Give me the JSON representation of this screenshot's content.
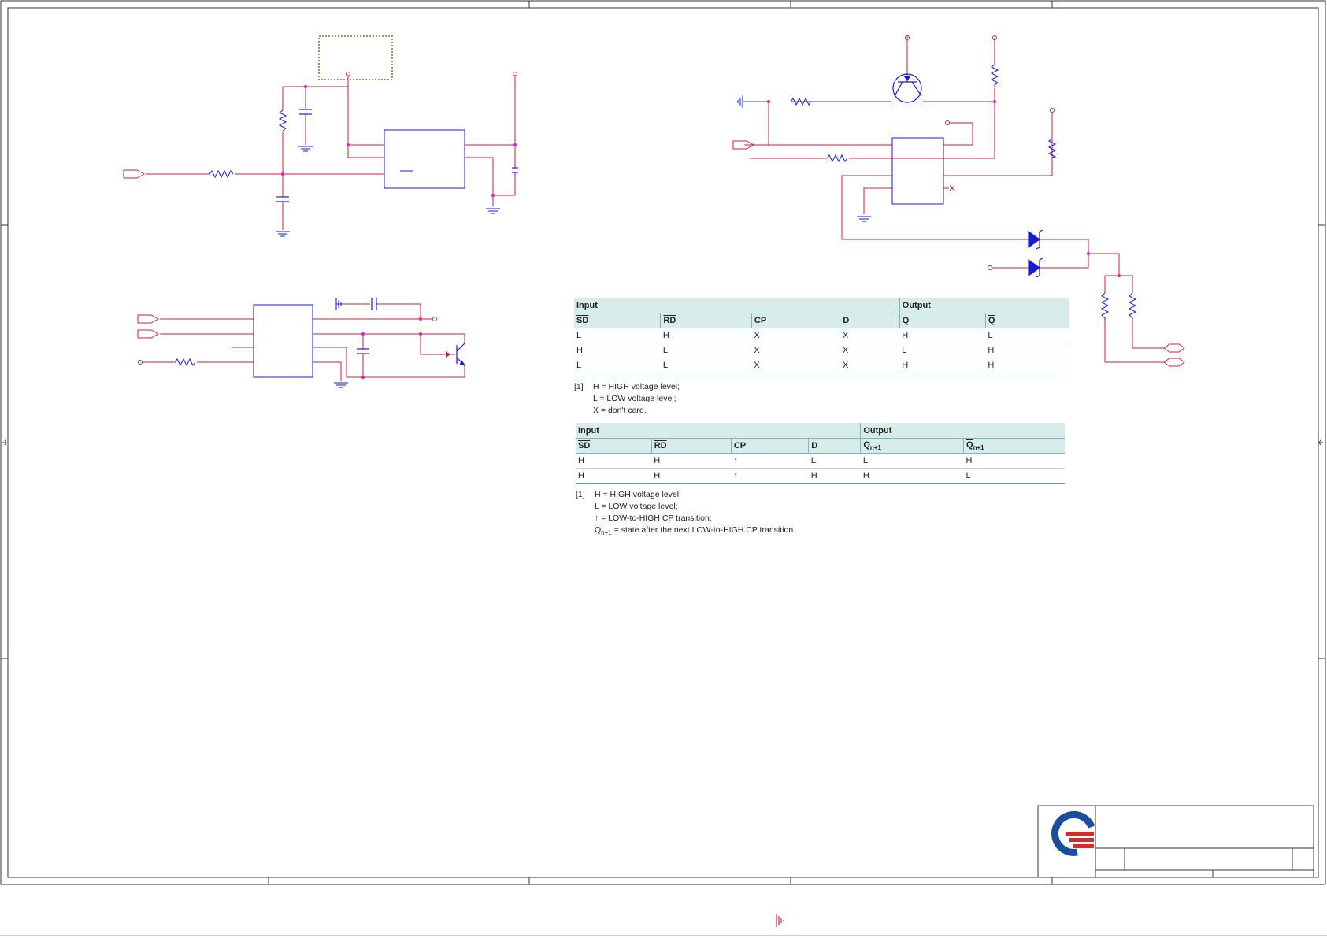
{
  "colors": {
    "wire": "#cc1f3a",
    "component": "#1a1ad6",
    "junction": "#d81bd8",
    "frame": "#333333",
    "tableHeaderBg": "#d8ecec",
    "tableRule": "#5e9e9e",
    "logoBlue": "#1a4d9e",
    "logoRed": "#d42a2a",
    "keepout": "#6b7a1f"
  },
  "icons": [
    "ground-icon",
    "resistor-icon",
    "capacitor-icon",
    "transistor-icon",
    "diode-icon",
    "port-icon",
    "company-logo-icon"
  ],
  "truth_table_async": {
    "group_input": "Input",
    "group_output": "Output",
    "headers": [
      "SD",
      "RD",
      "CP",
      "D",
      "Q",
      "Q"
    ],
    "rows": [
      [
        "L",
        "H",
        "X",
        "X",
        "H",
        "L"
      ],
      [
        "H",
        "L",
        "X",
        "X",
        "L",
        "H"
      ],
      [
        "L",
        "L",
        "X",
        "X",
        "H",
        "H"
      ]
    ],
    "notes_ref": "[1]",
    "notes": [
      "H = HIGH voltage level;",
      "L = LOW voltage level;",
      "X = don't care."
    ]
  },
  "truth_table_sync": {
    "group_input": "Input",
    "group_output": "Output",
    "headers": [
      "SD",
      "RD",
      "CP",
      "D",
      "Q",
      "Q"
    ],
    "sub": "n+1",
    "rows": [
      [
        "H",
        "H",
        "↑",
        "L",
        "L",
        "H"
      ],
      [
        "H",
        "H",
        "↑",
        "H",
        "H",
        "L"
      ]
    ],
    "notes_ref": "[1]",
    "notes": [
      "H = HIGH voltage level;",
      "L = LOW voltage level;",
      "↑ = LOW-to-HIGH CP transition;",
      " = state after the next LOW-to-HIGH CP transition."
    ],
    "note_q": "Q",
    "note_sub": "n+1"
  }
}
